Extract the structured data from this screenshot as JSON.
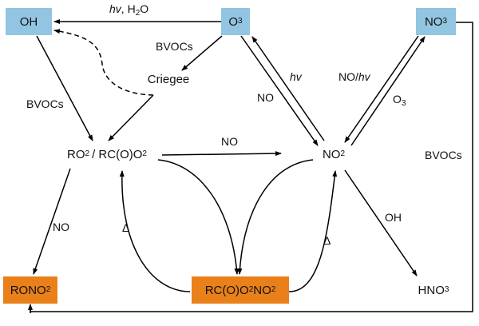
{
  "nodes": {
    "oh": {
      "label": "OH",
      "color": "#92c5e1"
    },
    "o3": {
      "label": "O",
      "sub": "3",
      "color": "#92c5e1"
    },
    "no3": {
      "label": "NO",
      "sub": "3",
      "color": "#92c5e1"
    },
    "criegee": {
      "label": "Criegee"
    },
    "ro2_a": {
      "label": "RO",
      "sub": "2"
    },
    "ro2_sep": {
      "label": "/ RC(O)O"
    },
    "ro2_sub": {
      "sub": "2"
    },
    "no2": {
      "label": "NO",
      "sub": "2"
    },
    "rono2": {
      "label_a": "RONO",
      "sub": "2",
      "color": "#e9801a"
    },
    "pan": {
      "label_a": "RC(O)O",
      "sub_a": "2",
      "label_b": "NO",
      "sub_b": "2",
      "color": "#e9801a"
    },
    "hno3": {
      "label": "HNO",
      "sub": "3"
    }
  },
  "edges": {
    "o3_to_oh": {
      "label_hv": "hv",
      "label_rest": ", H",
      "sub": "2",
      "label_end": "O"
    },
    "o3_to_criegee": {
      "label": "BVOCs"
    },
    "oh_to_ro2": {
      "label": "BVOCs"
    },
    "o3_to_no2": {
      "label": "NO"
    },
    "no2_to_o3": {
      "label": "hv"
    },
    "no3_to_no2": {
      "label_a": "NO/",
      "label_hv": "hv"
    },
    "no2_to_no3": {
      "label": "O",
      "sub": "3"
    },
    "ro2_to_no2": {
      "label": "NO"
    },
    "ro2_to_rono2": {
      "label": "NO"
    },
    "pan_to_ro2": {
      "label": "Δ"
    },
    "pan_to_no2": {
      "label": "Δ"
    },
    "no2_to_hno3": {
      "label": "OH"
    },
    "no3_to_rono2": {
      "label": "BVOCs"
    }
  }
}
